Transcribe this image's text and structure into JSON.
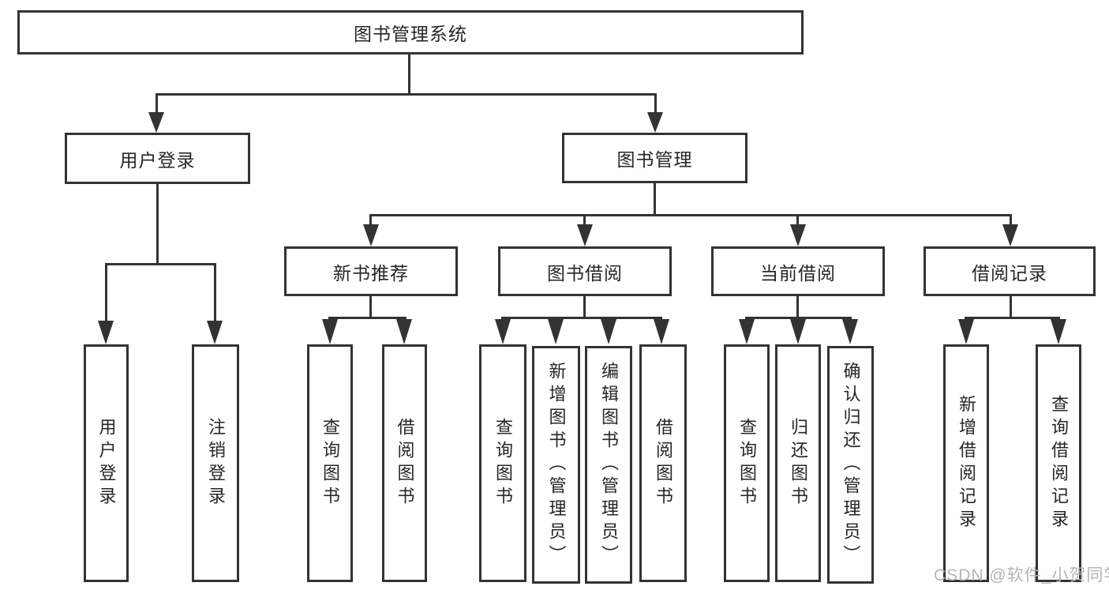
{
  "colors": {
    "background": "#ffffff",
    "line": "#333333",
    "text": "#262626",
    "watermark": "#b5b5b5"
  },
  "tree": {
    "root": "图书管理系统",
    "level2": [
      {
        "label": "用户登录",
        "children": [
          "用户登录",
          "注销登录"
        ]
      },
      {
        "label": "图书管理",
        "children": [
          {
            "label": "新书推荐",
            "children": [
              "查询图书",
              "借阅图书"
            ]
          },
          {
            "label": "图书借阅",
            "children": [
              "查询图书",
              "新增图书（管理员）",
              "编辑图书（管理员）",
              "借阅图书"
            ]
          },
          {
            "label": "当前借阅",
            "children": [
              "查询图书",
              "归还图书",
              "确认归还（管理员）"
            ]
          },
          {
            "label": "借阅记录",
            "children": [
              "新增借阅记录",
              "查询借阅记录"
            ]
          }
        ]
      }
    ]
  },
  "watermark": {
    "text": "CSDN @软件_小贺同学"
  }
}
